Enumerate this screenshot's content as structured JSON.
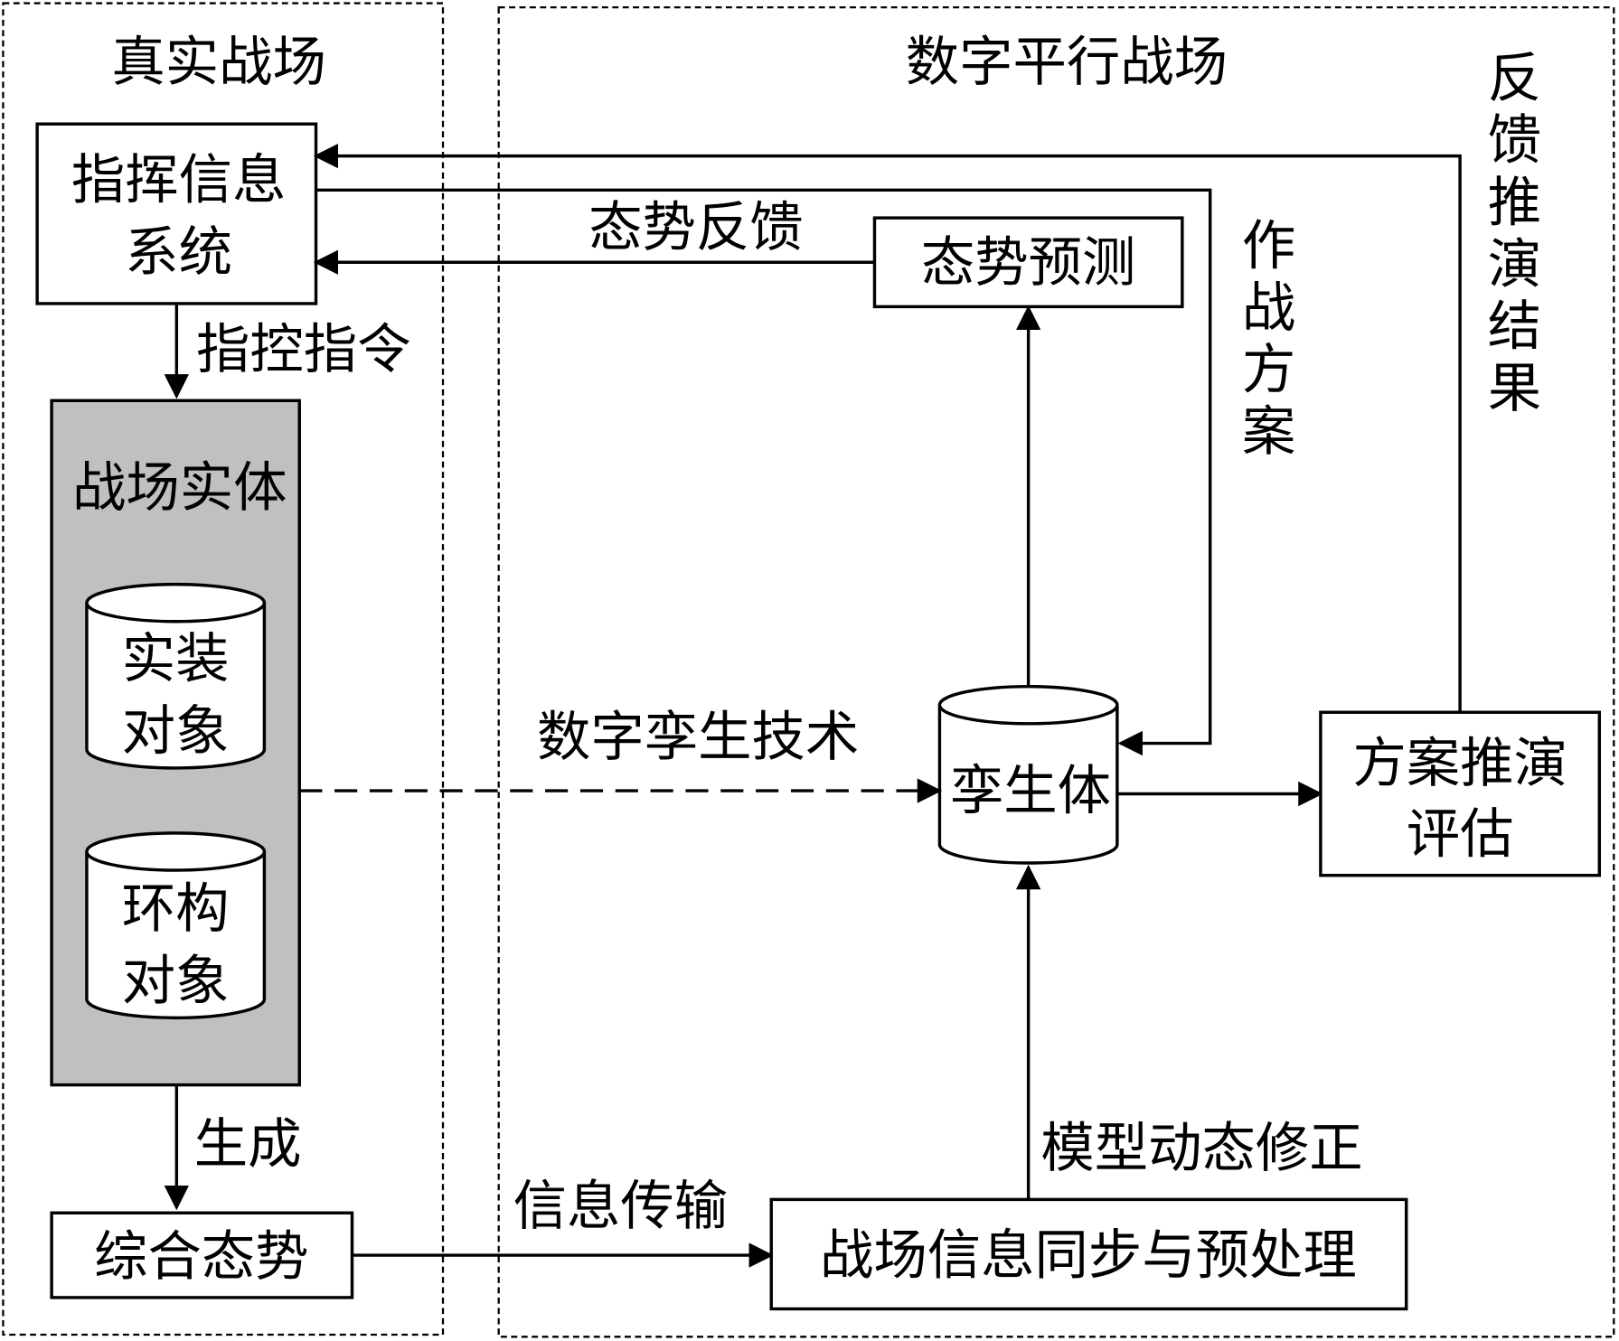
{
  "regions": {
    "real": "真实战场",
    "digital": "数字平行战场"
  },
  "boxes": {
    "command_system": [
      "指挥信息",
      "系统"
    ],
    "battlefield_entity": "战场实体",
    "equipment_object": [
      "实装",
      "对象"
    ],
    "environment_object": [
      "环构",
      "对象"
    ],
    "comprehensive_situation": "综合态势",
    "situation_prediction": "态势预测",
    "twin": "孪生体",
    "plan_evaluation": [
      "方案推演",
      "评估"
    ],
    "info_sync": "战场信息同步与预处理"
  },
  "labels": {
    "command_instruction": "指控指令",
    "generate": "生成",
    "situation_feedback": "态势反馈",
    "operation_plan": "作战方案",
    "feedback_result": "反馈推演结果",
    "twin_tech": "数字孪生技术",
    "info_transfer": "信息传输",
    "model_correction": "模型动态修正"
  },
  "colors": {
    "entity_fill": "#c0c0c0",
    "line": "#000000"
  }
}
